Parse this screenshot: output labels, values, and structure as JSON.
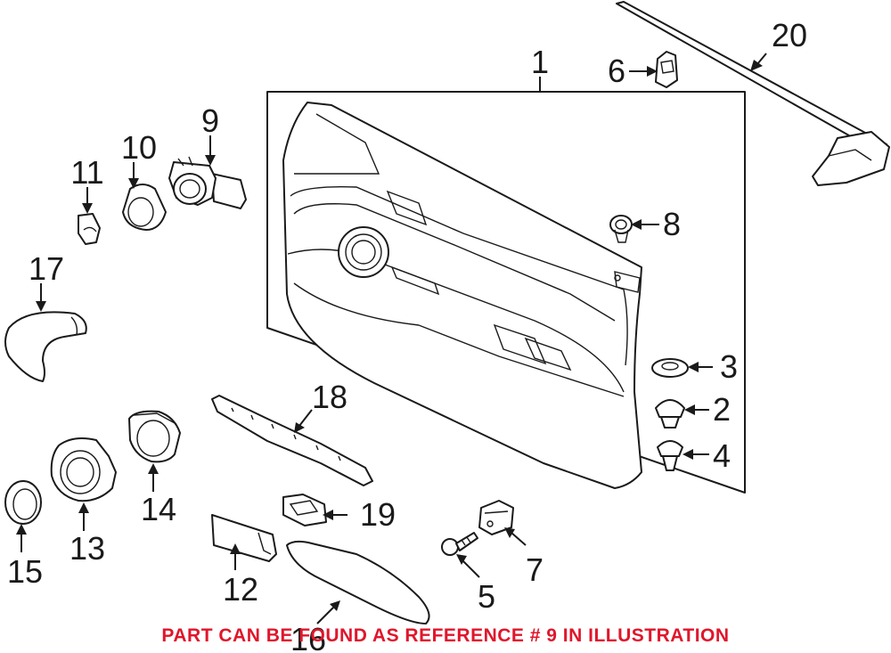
{
  "callouts": [
    "1",
    "2",
    "3",
    "4",
    "5",
    "6",
    "7",
    "8",
    "9",
    "10",
    "11",
    "12",
    "13",
    "14",
    "15",
    "16",
    "17",
    "18",
    "19",
    "20"
  ],
  "footnote": {
    "text": "PART CAN BE FOUND AS REFERENCE # 9 IN ILLUSTRATION",
    "color": "#e0162b"
  },
  "colors": {
    "ink": "#1a1a1a",
    "background": "#ffffff"
  }
}
